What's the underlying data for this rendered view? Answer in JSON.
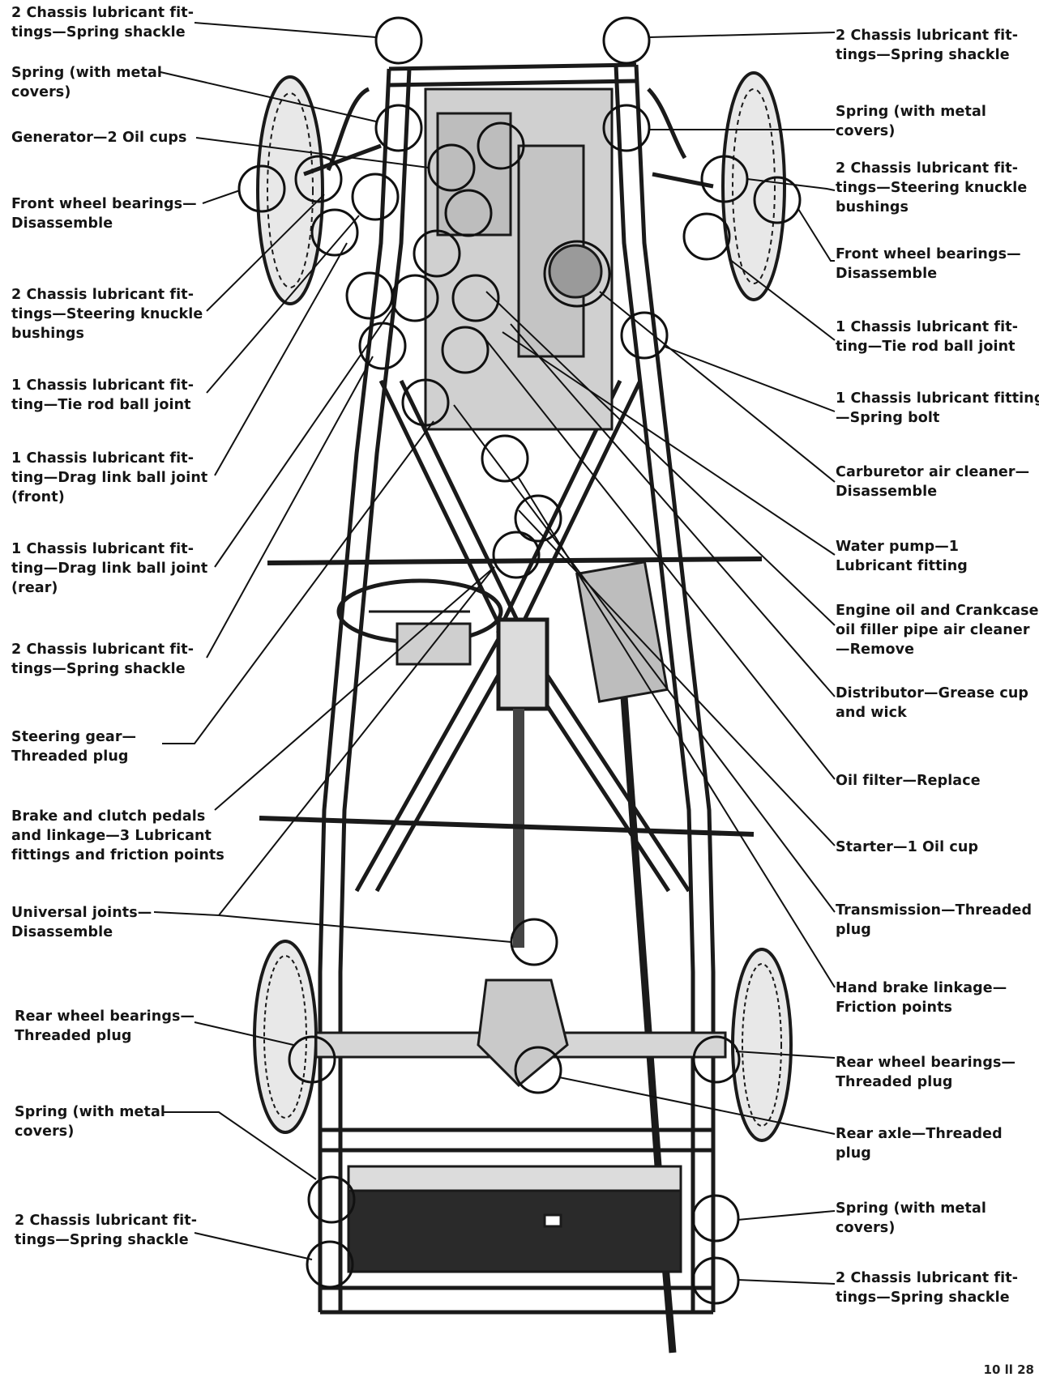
{
  "labels": {
    "left": [
      "2 Chassis lubricant fit-\ntings—Spring shackle",
      "Spring (with metal\ncovers)",
      "Generator—2 Oil cups",
      "Front wheel bearings—\nDisassemble",
      "2 Chassis lubricant fit-\ntings—Steering knuckle\nbushings",
      "1 Chassis lubricant fit-\nting—Tie rod ball joint",
      "1 Chassis lubricant fit-\nting—Drag link ball joint\n(front)",
      "1 Chassis lubricant fit-\nting—Drag link ball joint\n(rear)",
      "2 Chassis lubricant fit-\ntings—Spring shackle",
      "Steering gear—\nThreaded plug",
      "Brake and clutch pedals\nand linkage—3 Lubricant\nfittings and friction points",
      "Universal joints—\nDisassemble",
      "Rear wheel bearings—\nThreaded plug",
      "Spring (with metal\ncovers)",
      "2 Chassis lubricant fit-\ntings—Spring shackle"
    ],
    "right": [
      "2 Chassis lubricant fit-\ntings—Spring shackle",
      "Spring (with metal\ncovers)",
      "2 Chassis lubricant fit-\ntings—Steering knuckle\nbushings",
      "Front wheel bearings—\nDisassemble",
      "1 Chassis lubricant fit-\nting—Tie rod ball joint",
      "1 Chassis lubricant fitting\n—Spring bolt",
      "Carburetor air cleaner—\nDisassemble",
      "Water pump—1\nLubricant fitting",
      "Engine oil and Crankcase\noil filler pipe air cleaner\n—Remove",
      "Distributor—Grease cup\nand wick",
      "Oil filter—Replace",
      "Starter—1 Oil cup",
      "Transmission—Threaded\nplug",
      "Hand brake linkage—\nFriction points",
      "Rear wheel bearings—\nThreaded plug",
      "Rear axle—Threaded\nplug",
      "Spring (with metal\ncovers)",
      "2 Chassis lubricant fit-\ntings—Spring shackle"
    ]
  },
  "figure_id": "10 ll 28"
}
